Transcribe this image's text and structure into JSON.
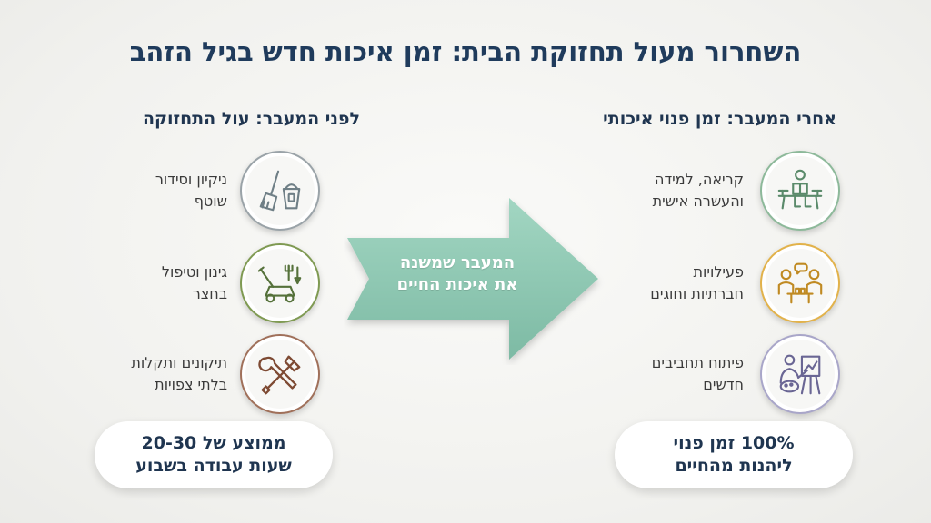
{
  "title": "השחרור מעול תחזוקת הבית: זמן איכות חדש בגיל הזהב",
  "before": {
    "heading": "לפני המעבר: עול התחזוקה",
    "items": [
      {
        "label": "ניקיון וסידור\nשוטף",
        "icon": "broom-bucket-icon",
        "color": "#9aa3a8"
      },
      {
        "label": "גינון וטיפול\nבחצר",
        "icon": "lawnmower-icon",
        "color": "#7f9a52"
      },
      {
        "label": "תיקונים ותקלות\nבלתי צפויות",
        "icon": "wrench-hammer-icon",
        "color": "#a0705a"
      }
    ],
    "summary": "ממוצע של 20-30\nשעות עבודה בשבוע"
  },
  "arrow": {
    "text": "המעבר שמשנה\nאת איכות החיים",
    "color": "#8cc9b3"
  },
  "after": {
    "heading": "אחרי המעבר: זמן פנוי איכותי",
    "items": [
      {
        "label": "קריאה, למידה\nוהעשרה אישית",
        "icon": "reading-bench-icon",
        "color": "#8db99a"
      },
      {
        "label": "פעילויות\nחברתיות וחוגים",
        "icon": "social-table-icon",
        "color": "#e2b24a"
      },
      {
        "label": "פיתוח תחביבים\nחדשים",
        "icon": "painter-easel-icon",
        "color": "#a9a6c9"
      }
    ],
    "summary": "100% זמן פנוי\nליהנות מהחיים"
  }
}
